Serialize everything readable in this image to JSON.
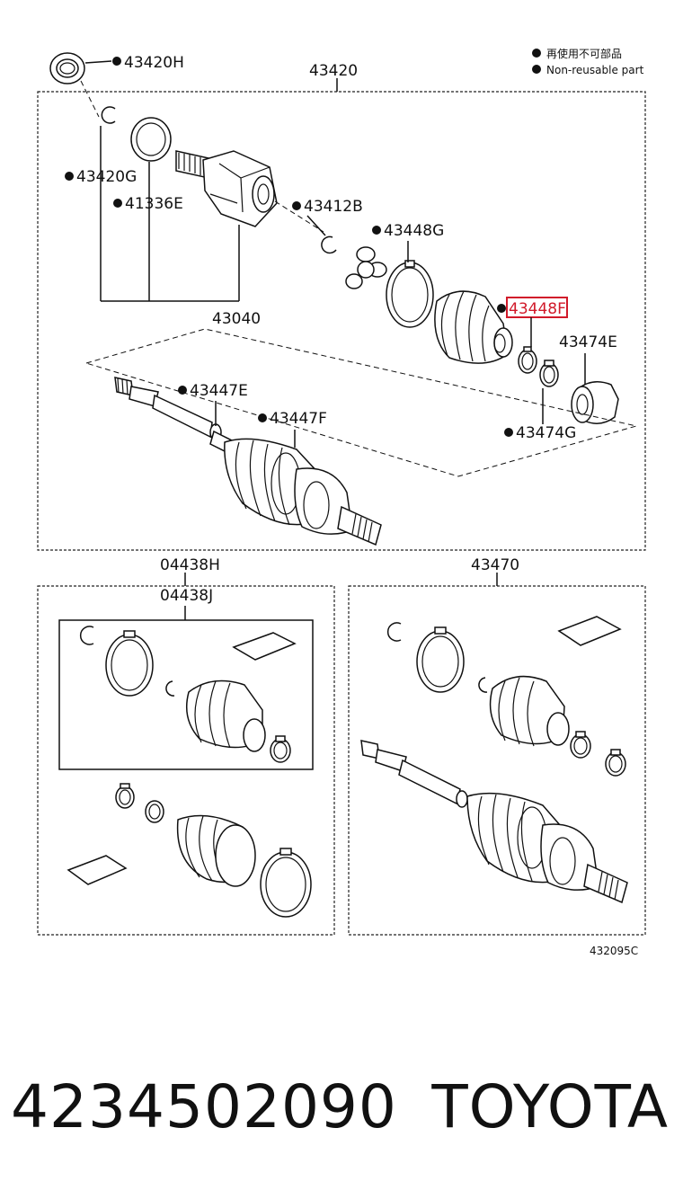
{
  "legend": {
    "japanese": "再使用不可部品",
    "english": "Non-reusable part"
  },
  "callouts": {
    "c43420H": "43420H",
    "c43420": "43420",
    "c43420G": "43420G",
    "c41336E": "41336E",
    "c43412B": "43412B",
    "c43448G": "43448G",
    "c43448F": "43448F",
    "c43474E": "43474E",
    "c43040": "43040",
    "c43447E": "43447E",
    "c43447F": "43447F",
    "c43474G": "43474G",
    "c04438H": "04438H",
    "c04438J": "04438J",
    "c43470": "43470"
  },
  "highlight_color": "#d11a2a",
  "diagram_ref": "432095C",
  "footer": {
    "part_number": "4234502090",
    "brand": "TOYOTA"
  }
}
